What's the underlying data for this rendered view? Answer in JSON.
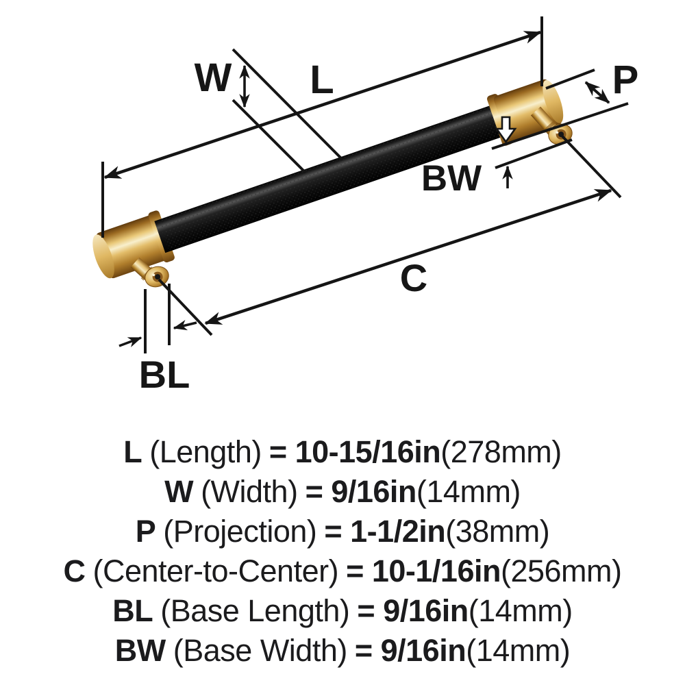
{
  "diagram": {
    "labels": {
      "L": "L",
      "W": "W",
      "P": "P",
      "C": "C",
      "BL": "BL",
      "BW": "BW"
    },
    "colors": {
      "background": "#ffffff",
      "line": "#151515",
      "bar_black": "#131313",
      "brass": "#d3a24c",
      "brass_highlight": "#f7ecc9",
      "brass_shadow": "#6b4310",
      "text": "#1b1b1d"
    }
  },
  "specs": {
    "rows": [
      {
        "code": "L",
        "name": "(Length)",
        "value": "= 10-15/16in",
        "metric": "(278mm)"
      },
      {
        "code": "W",
        "name": "(Width)",
        "value": "= 9/16in",
        "metric": "(14mm)"
      },
      {
        "code": "P",
        "name": "(Projection)",
        "value": "= 1-1/2in",
        "metric": "(38mm)"
      },
      {
        "code": "C",
        "name": "(Center-to-Center)",
        "value": "= 10-1/16in",
        "metric": "(256mm)"
      },
      {
        "code": "BL",
        "name": "(Base Length)",
        "value": "= 9/16in",
        "metric": "(14mm)"
      },
      {
        "code": "BW",
        "name": "(Base Width)",
        "value": "= 9/16in",
        "metric": "(14mm)"
      }
    ]
  }
}
